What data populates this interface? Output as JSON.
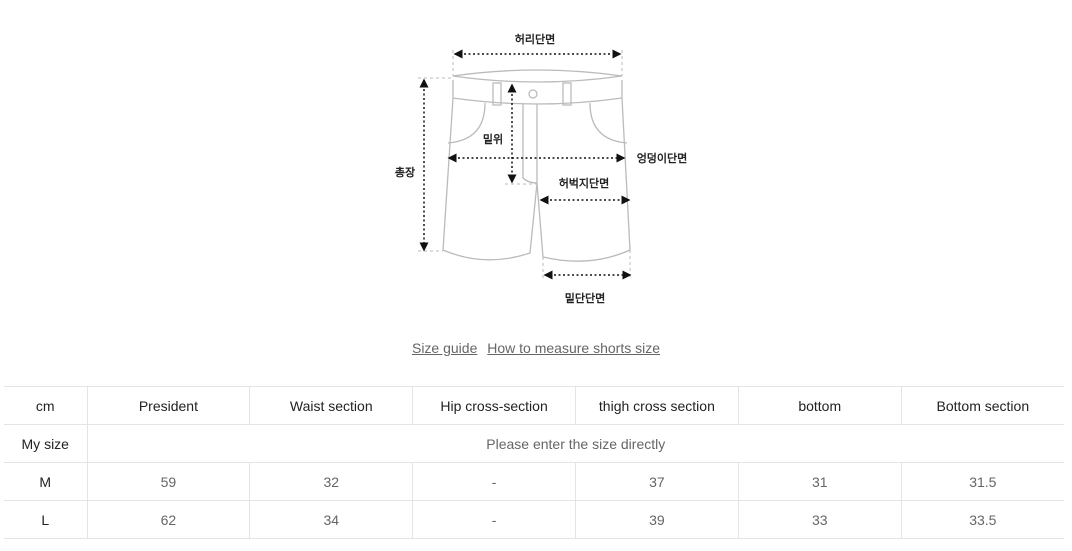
{
  "diagram": {
    "labels": {
      "waist": "허리단면",
      "total_length": "총장",
      "rise": "밑위",
      "hip": "엉덩이단면",
      "thigh": "허벅지단면",
      "hem": "밑단단면"
    }
  },
  "links": {
    "size_guide": "Size guide",
    "how_to_measure": "How to measure shorts size"
  },
  "table": {
    "headers": [
      "cm",
      "President",
      "Waist section",
      "Hip cross-section",
      "thigh cross section",
      "bottom",
      "Bottom section"
    ],
    "my_size": {
      "label": "My size",
      "placeholder": "Please enter the size directly"
    },
    "rows": [
      {
        "size": "M",
        "values": [
          "59",
          "32",
          "-",
          "37",
          "31",
          "31.5"
        ]
      },
      {
        "size": "L",
        "values": [
          "62",
          "34",
          "-",
          "39",
          "33",
          "33.5"
        ]
      }
    ]
  }
}
